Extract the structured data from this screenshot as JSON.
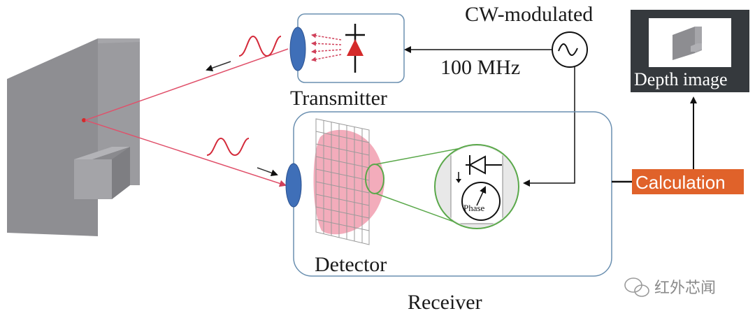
{
  "labels": {
    "cw_modulated": "CW-modulated",
    "frequency": "100 MHz",
    "transmitter": "Transmitter",
    "receiver": "Receiver",
    "detector": "Detector",
    "calculation": "Calculation",
    "depth_image": "Depth image",
    "phase": "Phase"
  },
  "watermark": {
    "text": "红外芯闻",
    "icon": "wechat-icon"
  },
  "colors": {
    "lens": "#3f6fb8",
    "beam": "#e0506a",
    "led": "#d42a2a",
    "calculation_box": "#e0622a",
    "depth_panel": "#35393d",
    "receiver_border": "#6a8fb0",
    "zoom_circle": "#5aa84a",
    "wall": "#8e8e92"
  }
}
